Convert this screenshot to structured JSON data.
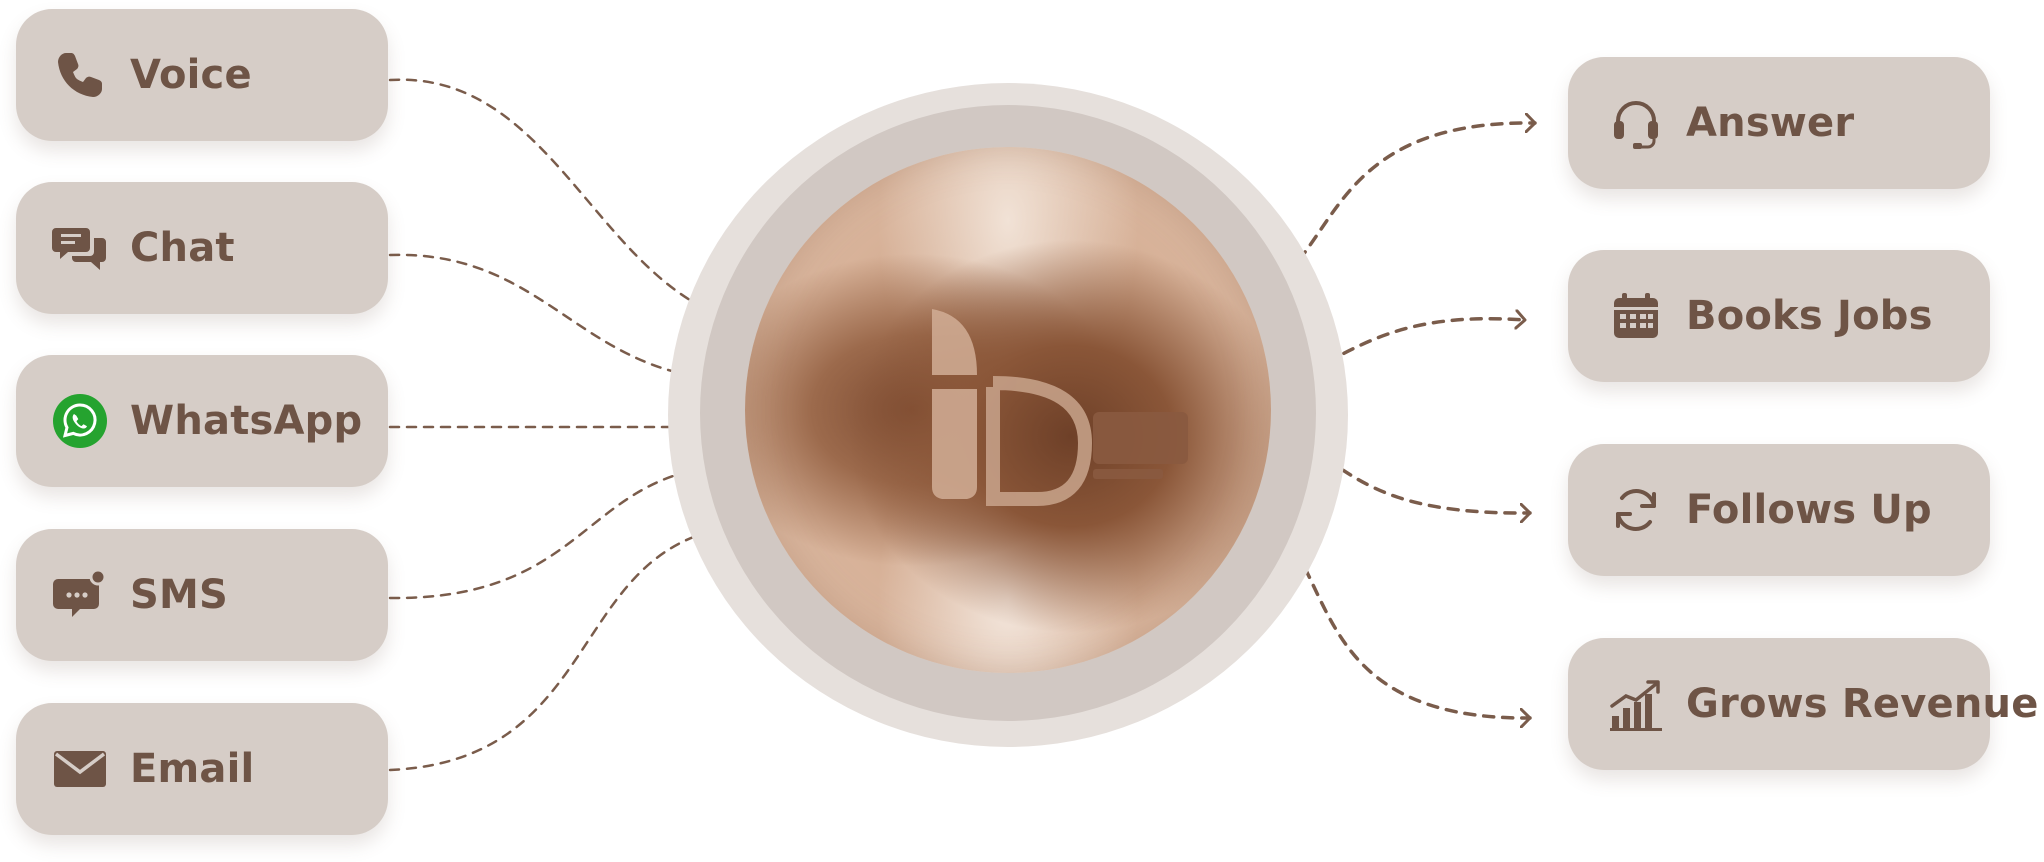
{
  "inputs": [
    {
      "label": "Voice",
      "icon": "phone-icon"
    },
    {
      "label": "Chat",
      "icon": "chat-bubbles-icon"
    },
    {
      "label": "WhatsApp",
      "icon": "whatsapp-icon"
    },
    {
      "label": "SMS",
      "icon": "sms-icon"
    },
    {
      "label": "Email",
      "icon": "envelope-icon"
    }
  ],
  "outputs": [
    {
      "label": "Answer",
      "icon": "headset-icon"
    },
    {
      "label": "Books Jobs",
      "icon": "calendar-icon"
    },
    {
      "label": "Follows Up",
      "icon": "refresh-icon"
    },
    {
      "label": "Grows Revenue",
      "icon": "growth-chart-icon"
    }
  ],
  "hub": {
    "logo": "brand-logo"
  },
  "colors": {
    "pill_bg": "#d6cdc7",
    "text": "#6e5446",
    "connector": "#7a5c4b",
    "whatsapp_green": "#25a32f"
  }
}
